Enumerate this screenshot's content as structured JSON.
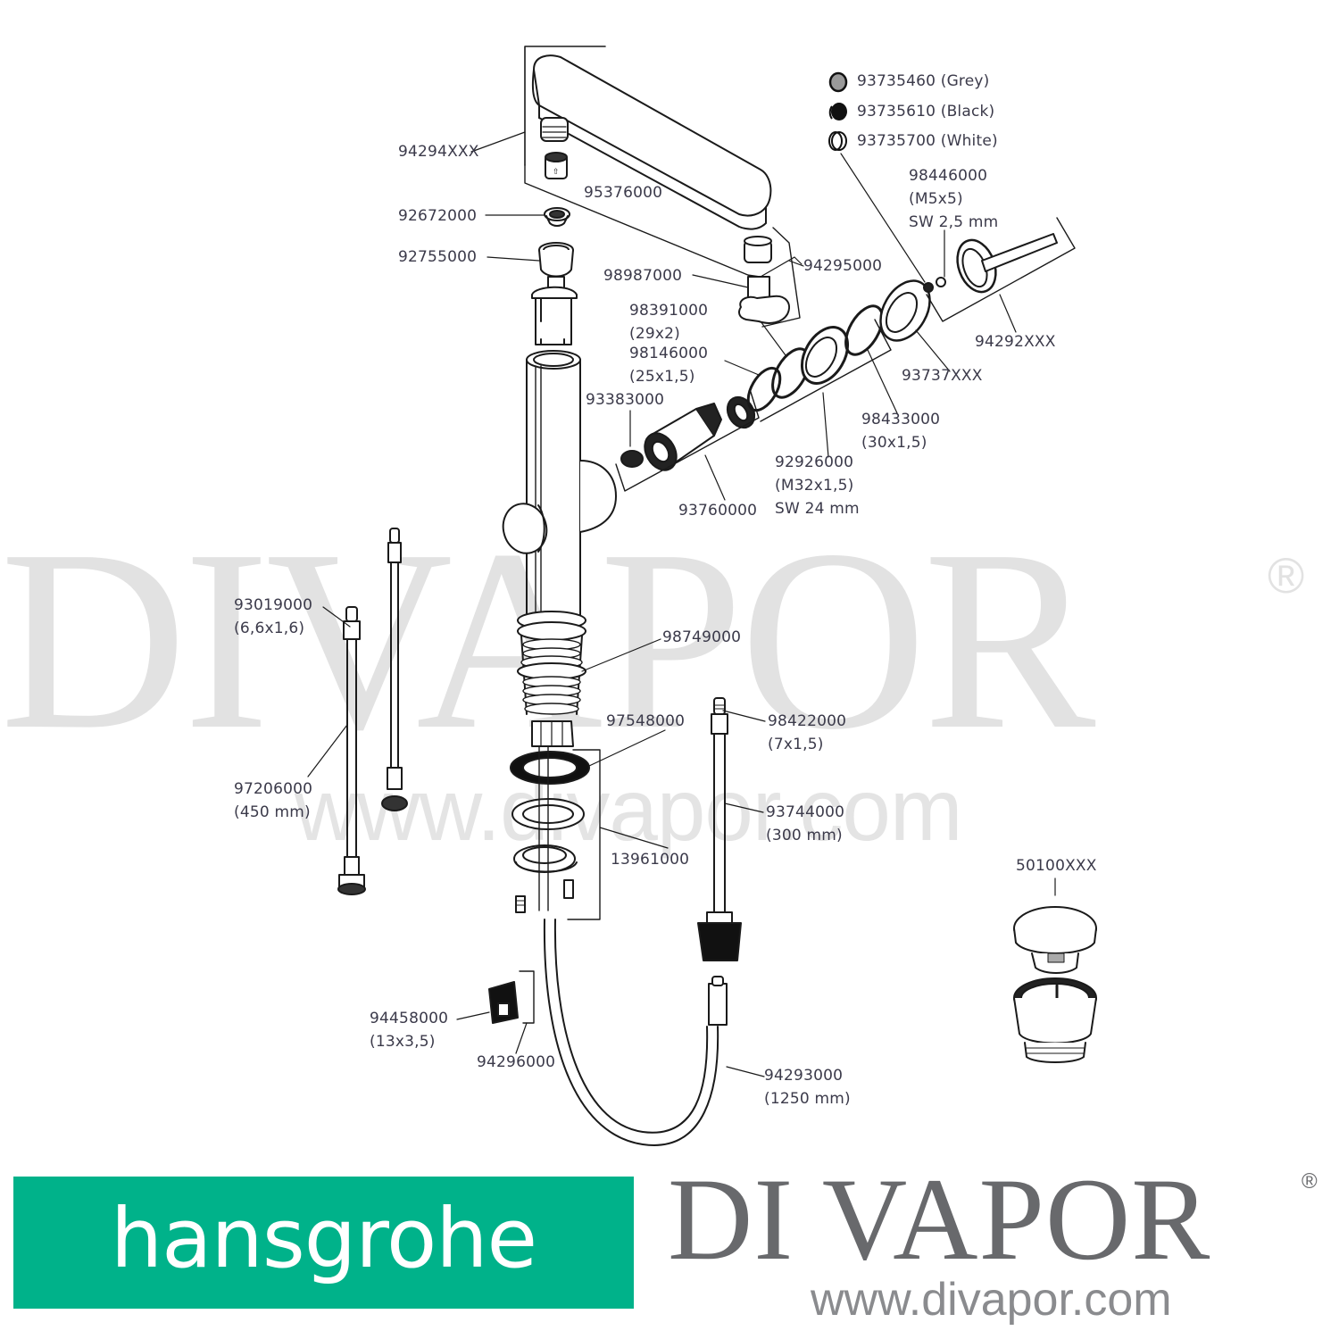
{
  "watermark": {
    "brand": "DIVAPOR",
    "registered": "®",
    "url": "www.divapor.com"
  },
  "color_variants": [
    {
      "part": "93735460",
      "label": "93735460 (Grey)",
      "color_name": "Grey",
      "swatch": "#9a9a9a"
    },
    {
      "part": "93735610",
      "label": "93735610 (Black)",
      "color_name": "Black",
      "swatch": "#111111"
    },
    {
      "part": "93735700",
      "label": "93735700 (White)",
      "color_name": "White",
      "swatch": "#ffffff"
    }
  ],
  "parts": {
    "p94294xxx": {
      "number": "94294XXX"
    },
    "p95376000": {
      "number": "95376000"
    },
    "p92672000": {
      "number": "92672000"
    },
    "p92755000": {
      "number": "92755000"
    },
    "p94295000": {
      "number": "94295000"
    },
    "p98987000": {
      "number": "98987000"
    },
    "p98446000": {
      "number": "98446000",
      "spec": "(M5x5)",
      "tool": "SW 2,5 mm"
    },
    "p94292xxx": {
      "number": "94292XXX"
    },
    "p98391000": {
      "number": "98391000",
      "spec": "(29x2)"
    },
    "p98146000": {
      "number": "98146000",
      "spec": "(25x1,5)"
    },
    "p93383000": {
      "number": "93383000"
    },
    "p93737xxx": {
      "number": "93737XXX"
    },
    "p98433000": {
      "number": "98433000",
      "spec": "(30x1,5)"
    },
    "p92926000": {
      "number": "92926000",
      "spec": "(M32x1,5)",
      "tool": "SW 24 mm"
    },
    "p93760000": {
      "number": "93760000"
    },
    "p93019000": {
      "number": "93019000",
      "spec": "(6,6x1,6)"
    },
    "p98749000": {
      "number": "98749000"
    },
    "p97206000": {
      "number": "97206000",
      "spec": "(450 mm)"
    },
    "p97548000": {
      "number": "97548000"
    },
    "p98422000": {
      "number": "98422000",
      "spec": "(7x1,5)"
    },
    "p93744000": {
      "number": "93744000",
      "spec": "(300 mm)"
    },
    "p13961000": {
      "number": "13961000"
    },
    "p50100xxx": {
      "number": "50100XXX"
    },
    "p94458000": {
      "number": "94458000",
      "spec": "(13x3,5)"
    },
    "p94296000": {
      "number": "94296000"
    },
    "p94293000": {
      "number": "94293000",
      "spec": "(1250 mm)"
    }
  },
  "footer": {
    "hansgrohe_logo": "hansgrohe",
    "hansgrohe_color": "#00b28a",
    "divapor_logo": "DI VAPOR",
    "divapor_reg": "®",
    "divapor_url": "www.divapor.com",
    "divapor_color": "#68696c"
  },
  "colors": {
    "label_text": "#3b3a4a",
    "line_art": "#1a1a1a",
    "watermark": "#e2e2e2"
  }
}
